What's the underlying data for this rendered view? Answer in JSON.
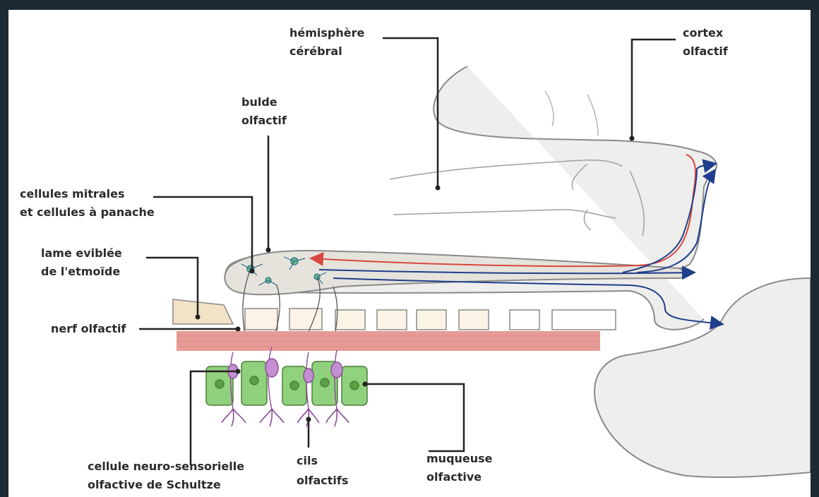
{
  "labels": {
    "hemisphere": [
      "hémisphère",
      "cérébral"
    ],
    "cortex": [
      "cortex",
      "olfactif"
    ],
    "bulbe": [
      "bulde",
      "olfactif"
    ],
    "mitrales": [
      "cellules mitrales",
      "et cellules à panache"
    ],
    "lame": [
      "lame eviblée",
      "de l'etmoïde"
    ],
    "nerf": [
      "nerf olfactif"
    ],
    "cellule": [
      "cellule neuro-sensorielle",
      "olfactive de Schultze"
    ],
    "cils": [
      "cils",
      "olfactifs"
    ],
    "muqueuse": [
      "muqueuse",
      "olfactive"
    ]
  },
  "colors": {
    "frame": "#1e2a33",
    "tissue": "#e9e7e4",
    "outline": "#8a8a8a",
    "pathway_red": "#d9473f",
    "pathway_blue": "#1f3f8c",
    "muscle": "#e79b97",
    "cell_green": "#8fd17d",
    "cell_purple": "#c48fd0",
    "bone": "#f3e3c6"
  }
}
